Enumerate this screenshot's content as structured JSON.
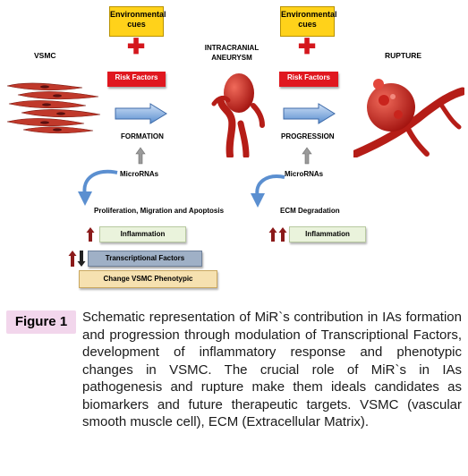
{
  "diagram": {
    "left": {
      "environmental": "Environmental cues",
      "risk": "Risk Factors",
      "stage": "FORMATION",
      "micro": "MicroRNAs",
      "process": "Proliferation, Migration and Apoptosis",
      "inflammation": "Inflammation",
      "transcriptional": "Transcriptional Factors",
      "phenotypic": "Change VSMC Phenotypic"
    },
    "right": {
      "environmental": "Environmental cues",
      "risk": "Risk Factors",
      "stage": "PROGRESSION",
      "micro": "MicroRNAs",
      "process": "ECM Degradation",
      "inflammation": "Inflammation"
    },
    "vsmc": "VSMC",
    "aneurysm": "INTRACRANIAL ANEURYSM",
    "rupture": "RUPTURE"
  },
  "figure": {
    "label": "Figure 1",
    "caption": "Schematic representation of MiR`s contribution in IAs formation and progression through modulation of Transcriptional Factors, development of inflammatory response and phenotypic changes in VSMC. The crucial role of MiR`s in IAs pathogenesis and rupture make them ideals candidates as biomarkers and future therapeutic targets. VSMC (vascular smooth muscle cell), ECM (Extracellular Matrix)."
  },
  "colors": {
    "env_yellow": "#ffd21a",
    "risk_red": "#e0171f",
    "arrow_blue": "#5b8fd0",
    "figure_pink": "#f2d6ec"
  }
}
